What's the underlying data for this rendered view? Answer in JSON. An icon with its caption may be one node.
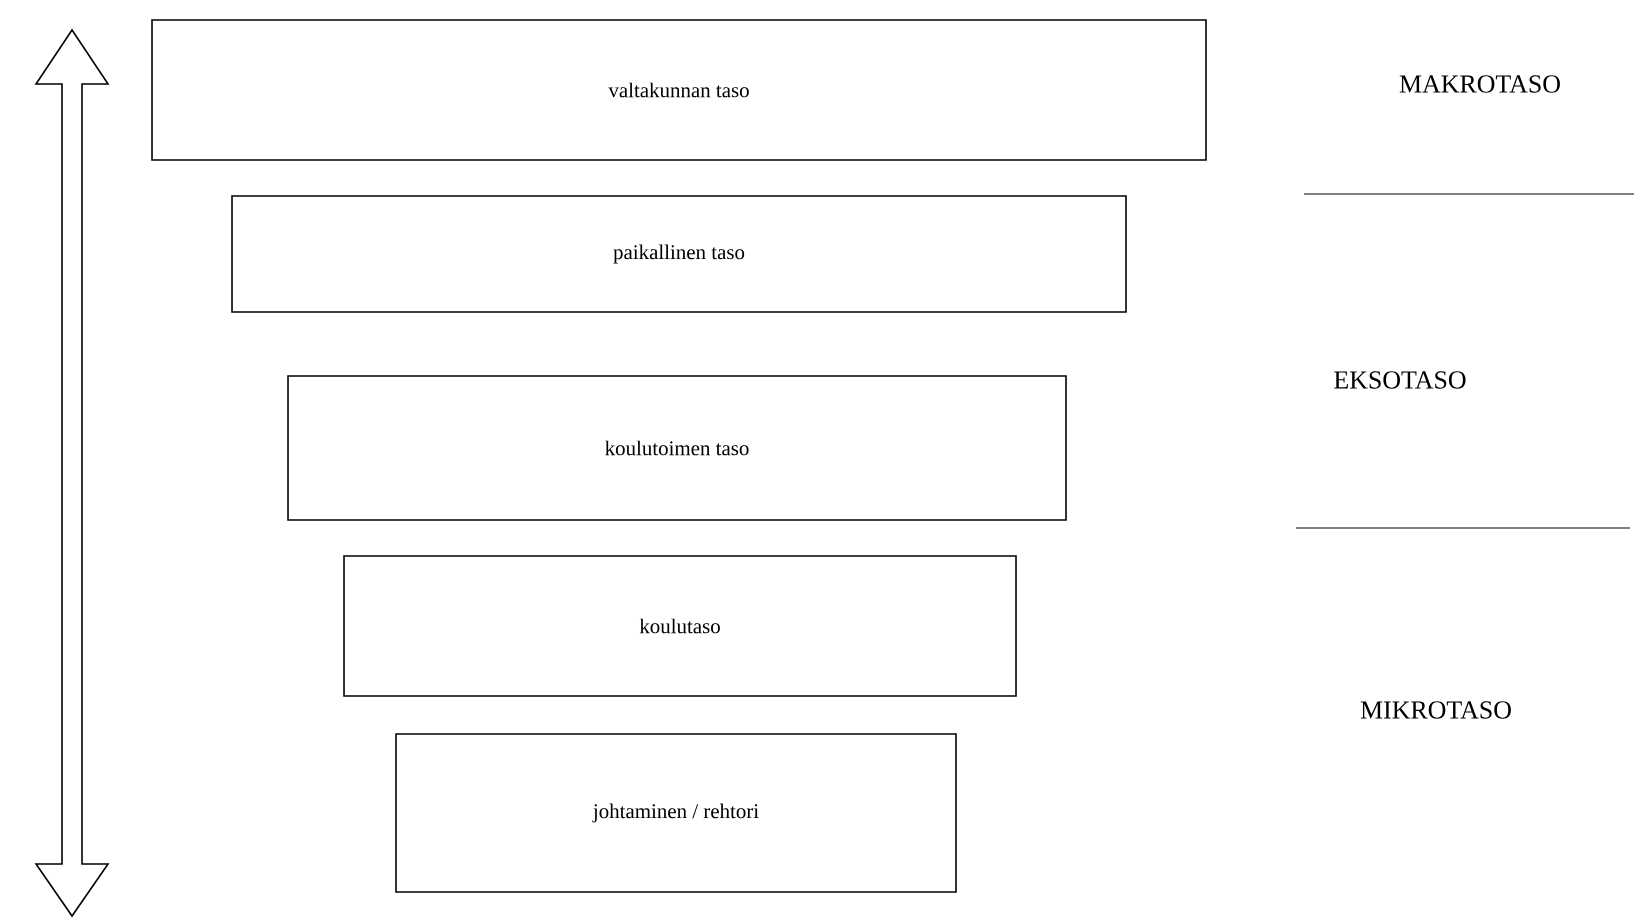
{
  "diagram": {
    "nodes": [
      {
        "text": [
          "valtakunnan taso"
        ]
      },
      {
        "text": [
          "paikallinen taso"
        ]
      },
      {
        "text": [
          "koulutoimen taso"
        ]
      },
      {
        "text": [
          "koulutaso"
        ]
      },
      {
        "text": [
          "johtaminen / rehtori"
        ]
      }
    ],
    "labels": [
      "MAKROTASO",
      "EKSOTASO",
      "MIKROTASO"
    ]
  }
}
